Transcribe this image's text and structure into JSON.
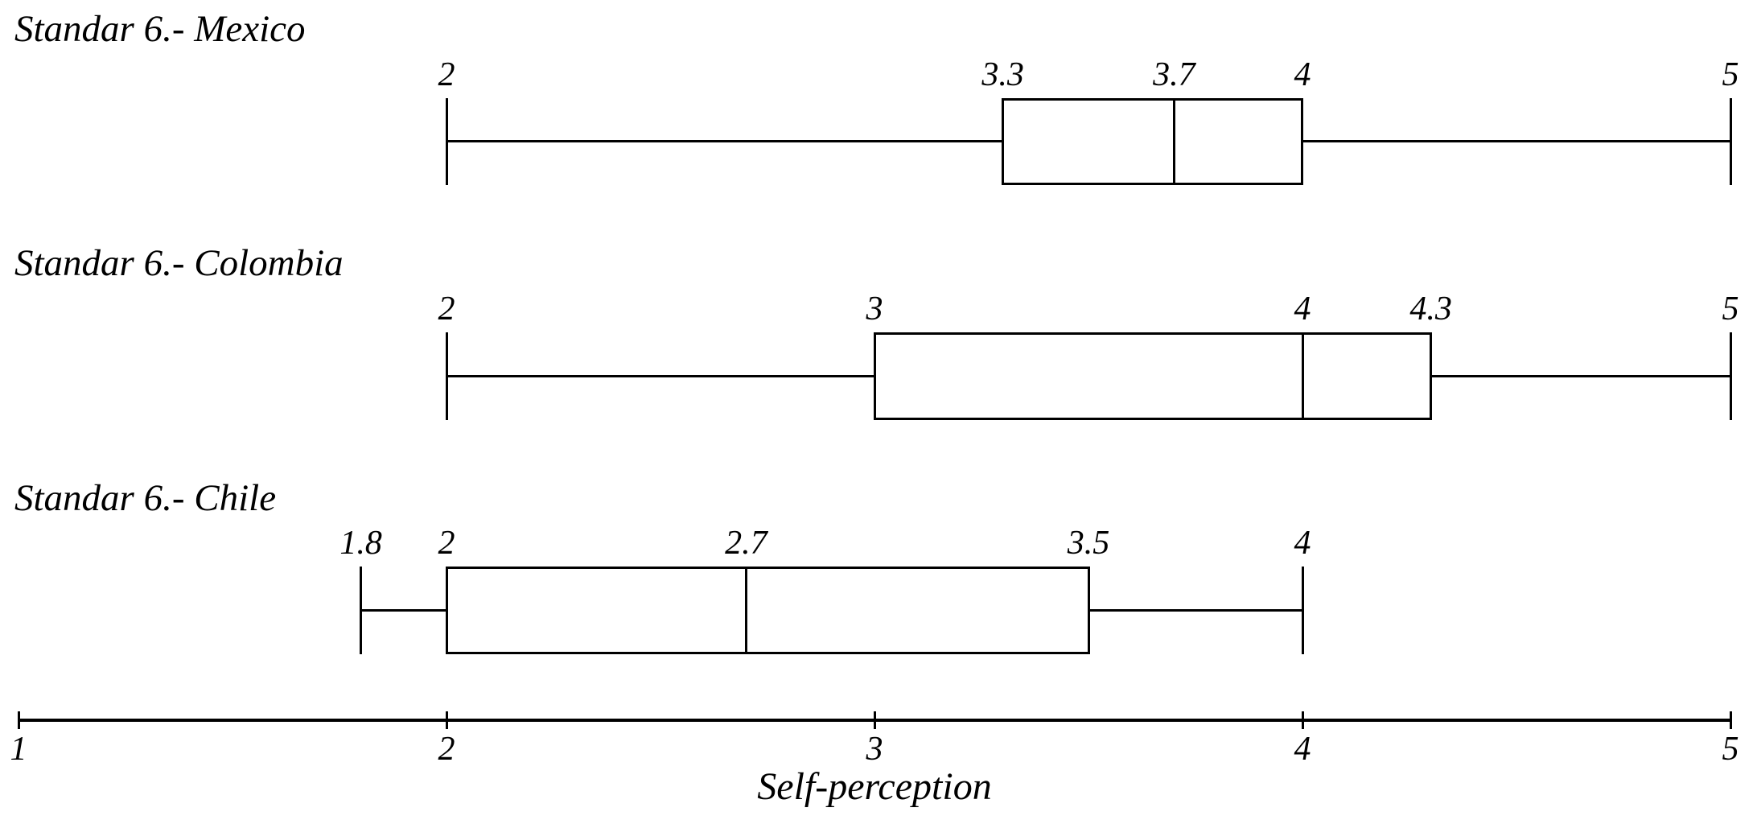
{
  "figure": {
    "background": "#ffffff",
    "line_color": "#000000"
  },
  "chart_data": {
    "type": "boxplot",
    "orientation": "horizontal",
    "axis": {
      "label": "Self-perception",
      "min": 1,
      "max": 5,
      "tick_values": [
        1,
        2,
        3,
        4,
        5
      ],
      "tick_labels": [
        "1",
        "2",
        "3",
        "4",
        "5"
      ]
    },
    "series": [
      {
        "name": "Standar 6.- Mexico",
        "whisker_low": 2,
        "q1": 3.3,
        "median": 3.7,
        "q3": 4,
        "whisker_high": 5,
        "point_labels": [
          "2",
          "3.3",
          "3.7",
          "4",
          "5"
        ]
      },
      {
        "name": "Standar 6.- Colombia",
        "whisker_low": 2,
        "q1": 3,
        "median": 4,
        "q3": 4.3,
        "whisker_high": 5,
        "point_labels": [
          "2",
          "3",
          "4",
          "4.3",
          "5"
        ]
      },
      {
        "name": "Standar 6.- Chile",
        "whisker_low": 1.8,
        "q1": 2,
        "median": 2.7,
        "q3": 3.5,
        "whisker_high": 4,
        "point_labels": [
          "1.8",
          "2",
          "2.7",
          "3.5",
          "4"
        ]
      }
    ]
  }
}
